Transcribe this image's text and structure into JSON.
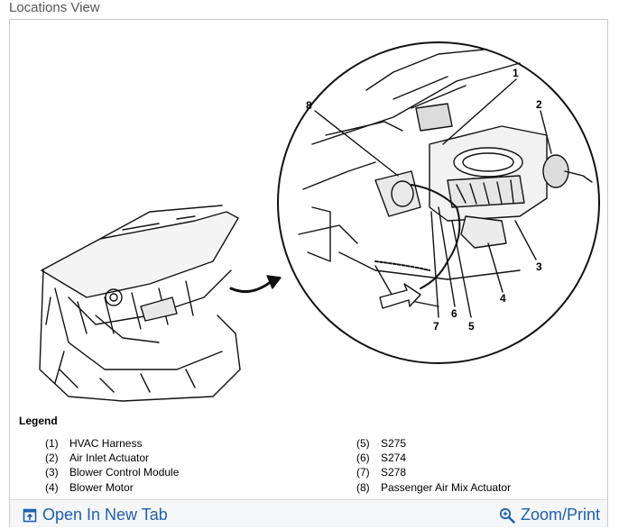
{
  "header": {
    "title": "Locations View"
  },
  "callouts": [
    "1",
    "2",
    "3",
    "4",
    "5",
    "6",
    "7",
    "8"
  ],
  "legend": {
    "title": "Legend",
    "items": [
      {
        "num": "(1)",
        "label": "HVAC Harness"
      },
      {
        "num": "(2)",
        "label": "Air Inlet Actuator"
      },
      {
        "num": "(3)",
        "label": "Blower Control Module"
      },
      {
        "num": "(4)",
        "label": "Blower Motor"
      },
      {
        "num": "(5)",
        "label": "S275"
      },
      {
        "num": "(6)",
        "label": "S274"
      },
      {
        "num": "(7)",
        "label": "S278"
      },
      {
        "num": "(8)",
        "label": "Passenger Air Mix Actuator"
      }
    ]
  },
  "footer": {
    "open_new_tab": "Open In New Tab",
    "zoom_print": "Zoom/Print"
  },
  "colors": {
    "link": "#1f5fb0",
    "footer_bg": "#f5f6f8"
  }
}
